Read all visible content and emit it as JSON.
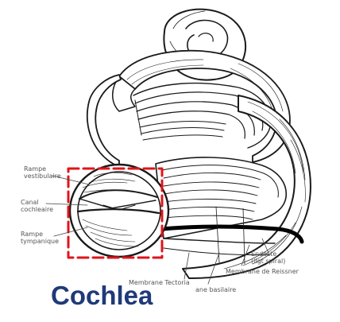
{
  "figure": {
    "title": "Cochlea",
    "title_color": "#1f3a78",
    "highlight_color": "#e0141a",
    "line_color": "#1a1a1a",
    "labels": {
      "rampe_vestibulaire": [
        "Rampe",
        "vestibulaire"
      ],
      "canal_cochleaire": [
        "Canal",
        "cochleaire"
      ],
      "rampe_tympanique": [
        "Rampe",
        "tympanique"
      ],
      "endoste": [
        "Endoste",
        "(ligt spiral)"
      ],
      "membrane_reissner": "Membrane de Reissner",
      "membrane_tectoria": "Membrane Tectoria",
      "membrane_basilaire": "ane basilaire"
    }
  }
}
